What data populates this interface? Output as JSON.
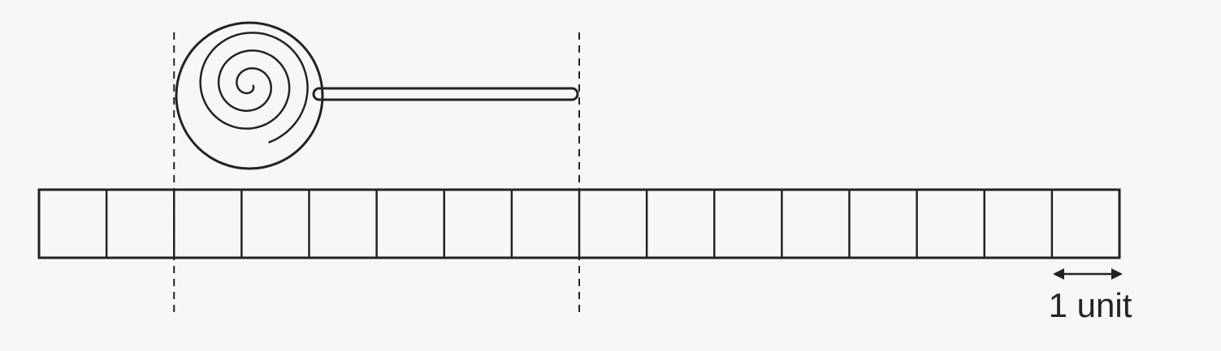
{
  "diagram": {
    "ruler": {
      "unit_count": 16,
      "unit_label": "1 unit"
    },
    "object": {
      "name": "lollipop",
      "length_units": 6
    },
    "colors": {
      "ink": "#232323",
      "background": "#f7f7f5"
    }
  }
}
